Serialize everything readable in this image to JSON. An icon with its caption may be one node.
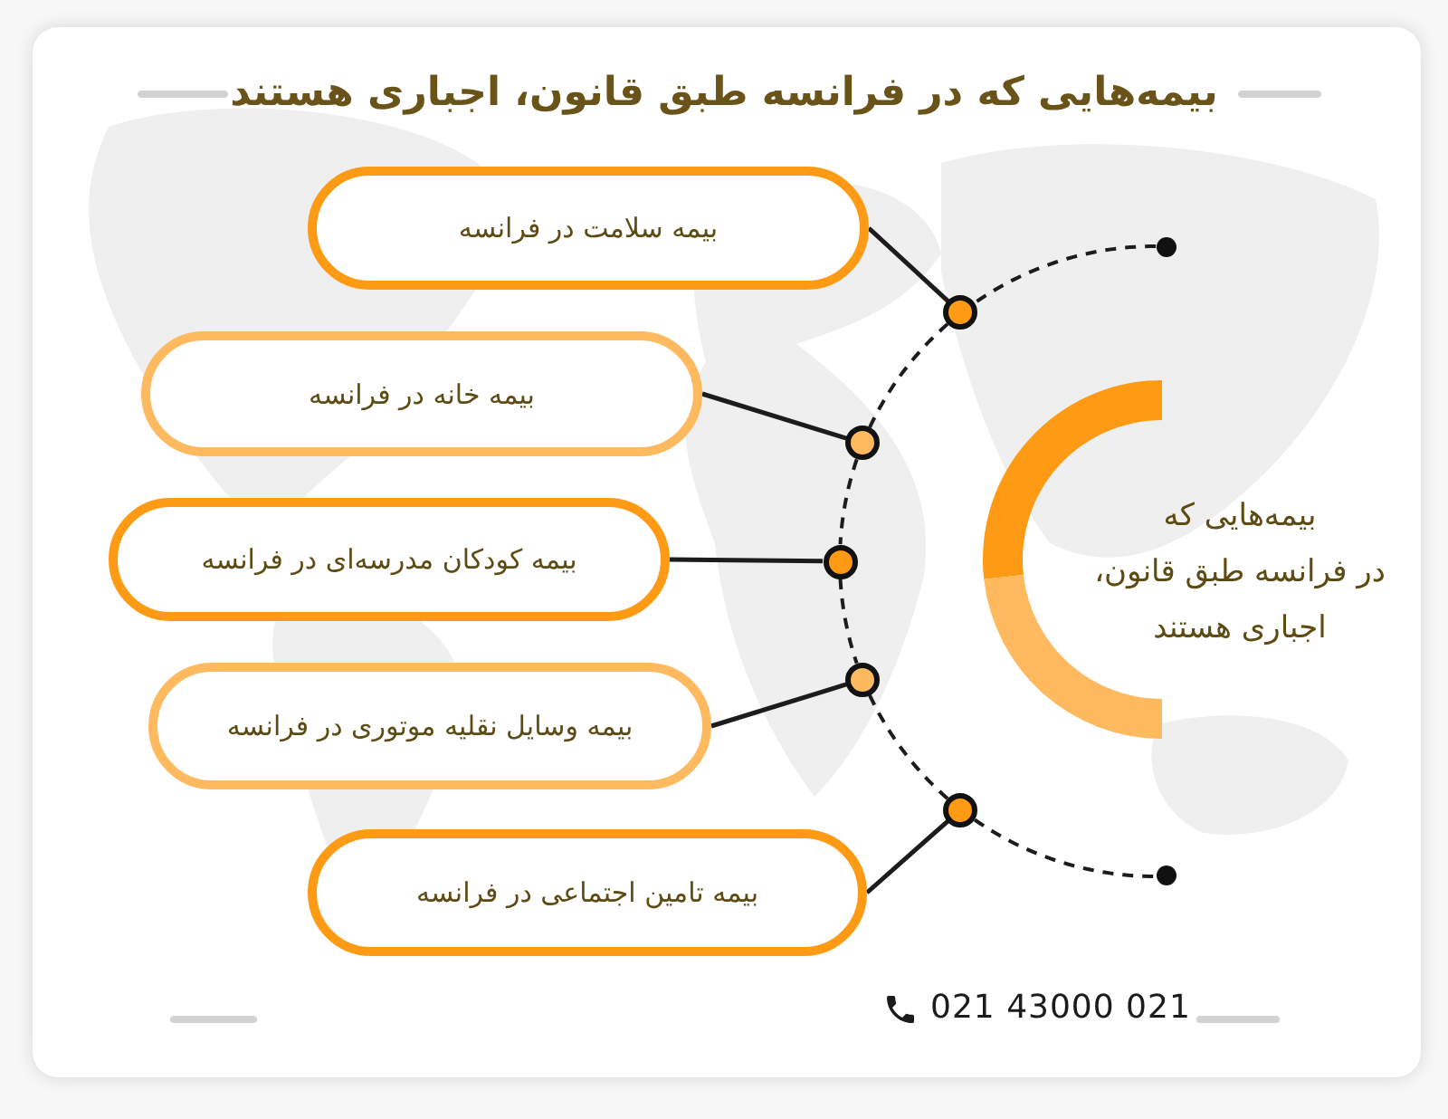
{
  "diagram": {
    "title": "بیمه‌هایی که در فرانسه طبق قانون، اجباری هستند",
    "nodes": [
      {
        "text": [
          "بیمه سلامت در فرانسه"
        ]
      },
      {
        "text": [
          "بیمه خانه در فرانسه"
        ]
      },
      {
        "text": [
          "بیمه کودکان مدرسه‌ای در فرانسه"
        ]
      },
      {
        "text": [
          "بیمه وسایل نقلیه موتوری در فرانسه"
        ]
      },
      {
        "text": [
          "بیمه تامین اجتماعی در فرانسه"
        ]
      },
      {
        "text": [],
        "shape": "circle"
      },
      {
        "text": [],
        "shape": "circle"
      },
      {
        "text": [],
        "shape": "circle"
      },
      {
        "text": [],
        "shape": "circle"
      },
      {
        "text": [],
        "shape": "circle"
      },
      {
        "text": [],
        "shape": "circle"
      },
      {
        "text": [],
        "shape": "circle"
      },
      {
        "text": [
          "بیمه‌هایی که در فرانسه طبق قانون، اجباری هستند"
        ]
      }
    ],
    "edges": [
      {
        "from": 0,
        "to": 5,
        "arrow": "none"
      },
      {
        "from": 1,
        "to": 6,
        "arrow": "none"
      },
      {
        "from": 2,
        "to": 7,
        "arrow": "none"
      },
      {
        "from": 3,
        "to": 8,
        "arrow": "none"
      },
      {
        "from": 4,
        "to": 9,
        "arrow": "none"
      },
      {
        "from": 10,
        "to": 5,
        "arrow": "none",
        "style": "dashed"
      },
      {
        "from": 5,
        "to": 6,
        "arrow": "none",
        "style": "dashed"
      },
      {
        "from": 6,
        "to": 7,
        "arrow": "none",
        "style": "dashed"
      },
      {
        "from": 7,
        "to": 8,
        "arrow": "none",
        "style": "dashed"
      },
      {
        "from": 8,
        "to": 9,
        "arrow": "none",
        "style": "dashed"
      },
      {
        "from": 9,
        "to": 11,
        "arrow": "none",
        "style": "dashed"
      }
    ],
    "labels": [
      "021 43000 021"
    ]
  }
}
